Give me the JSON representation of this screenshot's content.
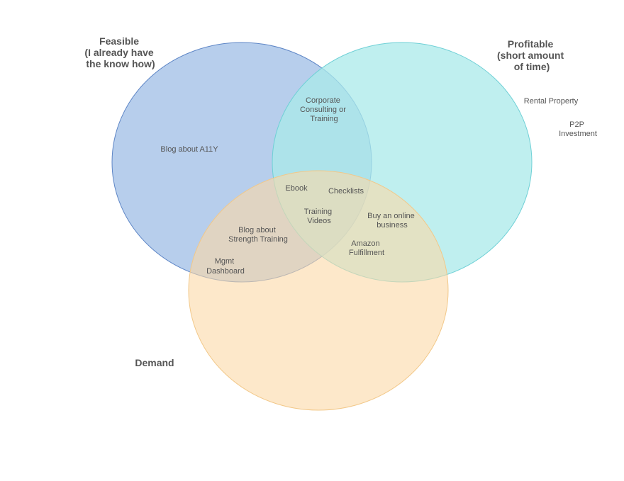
{
  "colors": {
    "feasible_fill": "#9fbde6",
    "feasible_stroke": "#5e86c6",
    "profitable_fill": "#a9e9ea",
    "profitable_stroke": "#6fd0d6",
    "demand_fill": "#fcd9a6",
    "demand_stroke": "#f2c889",
    "text": "#555555"
  },
  "sets": {
    "feasible": {
      "title_lines": [
        "Feasible",
        "(I already have",
        "the know how)"
      ]
    },
    "profitable": {
      "title_lines": [
        "Profitable",
        "(short amount",
        "of time)"
      ]
    },
    "demand": {
      "title_lines": [
        "Demand"
      ]
    }
  },
  "items": {
    "blog_a11y": {
      "lines": [
        "Blog about A11Y"
      ]
    },
    "corporate_consulting": {
      "lines": [
        "Corporate",
        "Consulting or",
        "Training"
      ]
    },
    "rental_property": {
      "lines": [
        "Rental Property"
      ]
    },
    "p2p_investment": {
      "lines": [
        "P2P",
        "Investment"
      ]
    },
    "ebook": {
      "lines": [
        "Ebook"
      ]
    },
    "checklists": {
      "lines": [
        "Checklists"
      ]
    },
    "training_videos": {
      "lines": [
        "Training",
        "Videos"
      ]
    },
    "buy_online_business": {
      "lines": [
        "Buy an online",
        "business"
      ]
    },
    "blog_strength": {
      "lines": [
        "Blog about",
        "Strength Training"
      ]
    },
    "amazon_fulfillment": {
      "lines": [
        "Amazon",
        "Fulfillment"
      ]
    },
    "mgmt_dashboard": {
      "lines": [
        "Mgmt",
        "Dashboard"
      ]
    }
  }
}
